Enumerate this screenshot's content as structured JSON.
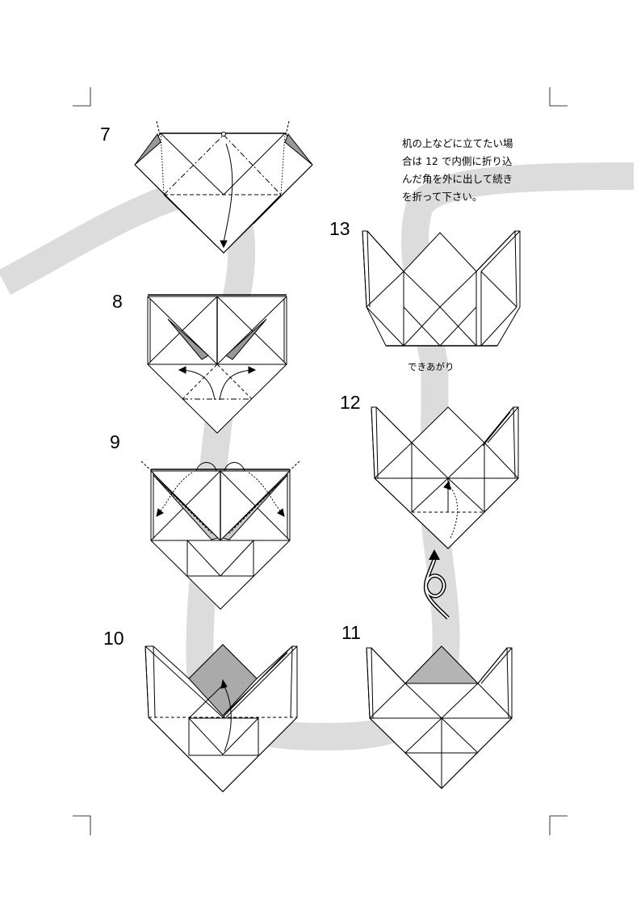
{
  "steps": {
    "s7": "7",
    "s8": "8",
    "s9": "9",
    "s10": "10",
    "s11": "11",
    "s12": "12",
    "s13": "13"
  },
  "note": {
    "line1": "机の上などに立てたい場",
    "line2": "合は 12 で内側に折り込",
    "line3": "んだ角を外に出して続き",
    "line4": "を折って下さい。"
  },
  "caption": "できあがり",
  "colors": {
    "path_band": "#dcdcdc",
    "shaded_flap": "#b4b4b4",
    "line": "#000000"
  },
  "icons": {
    "turn_over": "turn-over-icon"
  }
}
